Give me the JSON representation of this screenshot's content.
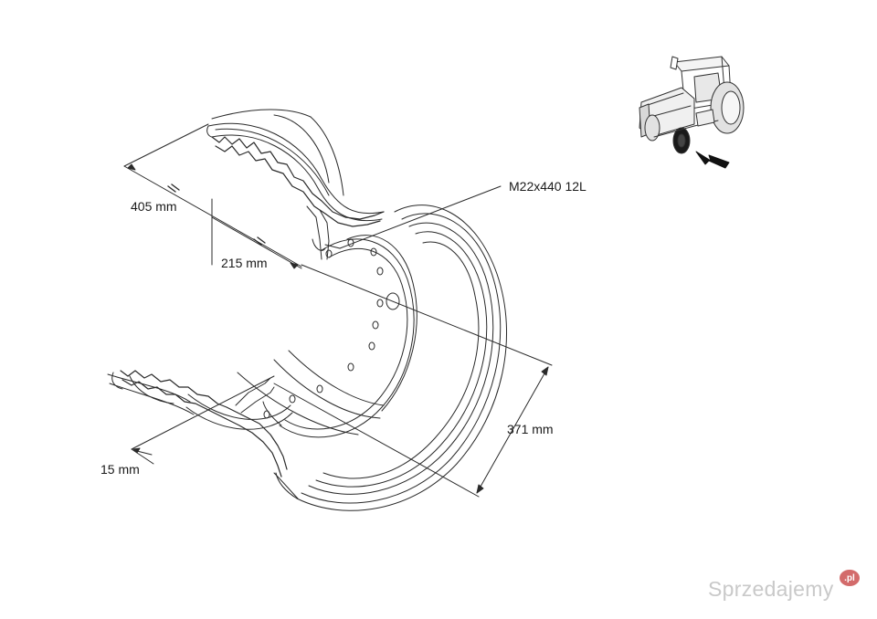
{
  "dimensions": {
    "offset_total": "405 mm",
    "offset_inner": "215 mm",
    "disc_thickness": "15 mm",
    "center_bore": "371 mm",
    "bolt_pattern": "M22x440 12L"
  },
  "watermark": {
    "brand": "Sprzedajemy",
    "tld": ".pl"
  },
  "colors": {
    "line": "#2a2a2a",
    "arrow": "#111111",
    "watermark": "#c9c9c9",
    "badge": "#d36b6b"
  }
}
